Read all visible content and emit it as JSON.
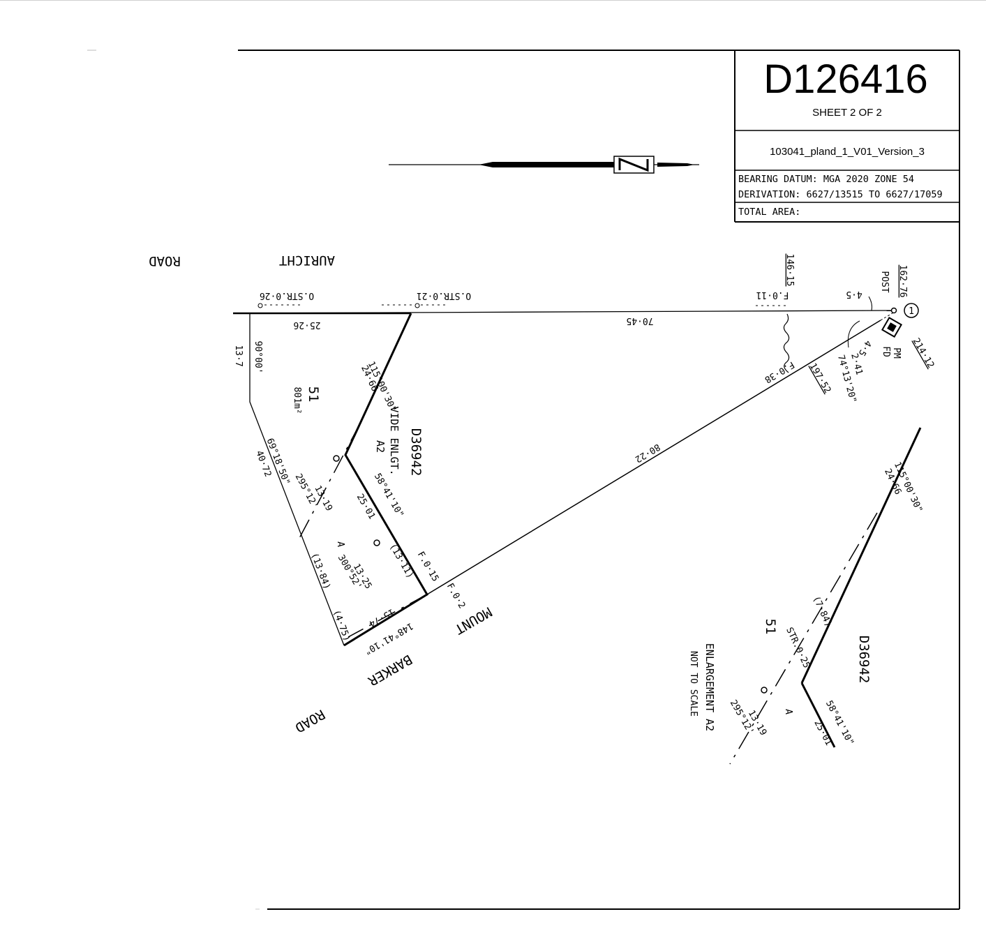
{
  "title_block": {
    "plan_number": "D126416",
    "sheet": "SHEET 2 OF 2",
    "file_reference": "103041_pland_1_V01_Version_3",
    "bearing_datum": "BEARING DATUM: MGA 2020 ZONE 54",
    "derivation": "DERIVATION: 6627/13515 TO 6627/17059",
    "total_area": "TOTAL AREA:"
  },
  "north_arrow": {
    "symbol": "N",
    "icon": "north-arrow-icon"
  },
  "roads": {
    "aurricht": "AURICHT",
    "aurricht_road": "ROAD",
    "mount": "MOUNT",
    "barker": "BARKER",
    "barker_road": "ROAD"
  },
  "parcels": {
    "lot_number": "51",
    "lot_area": "801m²",
    "easement_label": "A",
    "vide": "VIDE ENLGT.",
    "vide_ref": "A2",
    "adjoining_plan": "D36942"
  },
  "dimensions": {
    "top_offset_26": "O.STR.0·26",
    "top_offset_21": "O.STR.0·21",
    "top_fence_11": "F.0·11",
    "top_ref_14615": "146·15",
    "top_45": "4·5",
    "post_ref": "162·76",
    "post": "POST",
    "station": "1",
    "len_2526": "25·26",
    "len_7045": "70·45",
    "len_137": "13·7",
    "ang_90": "90°00'",
    "ang_115": "115°00'30\"",
    "len_2466": "24·66",
    "ang_6918": "69°18'50\"",
    "len_4072": "40·72",
    "ang_295": "295°12'",
    "len_1319": "13·19",
    "ang_5841": "58°41'10\"",
    "len_2501": "25·01",
    "len_1384": "(13·84)",
    "ang_300": "300°52'",
    "len_1325": "13·25",
    "len_1311": "(13·11)",
    "fence_015": "F.0·15",
    "fence_02": "F.0·2",
    "len_475": "(4·75)",
    "len_1574": "15·74",
    "ang_14841": "148°41'10\"",
    "len_8022": "80·22",
    "fence_038": "F.0·38",
    "ref_19752": "197·52",
    "ang_7413": "74°13'20\"",
    "len_241": "2·41",
    "mid_45": "4·5",
    "pm": "PM",
    "fd": "FD",
    "ref_21412": "214·12"
  },
  "enlargement": {
    "title": "ENLARGEMENT A2",
    "note": "NOT TO SCALE",
    "lot": "51",
    "plan": "D36942",
    "ang_115": "115°00'30\"",
    "len_2466": "24·66",
    "len_784": "(7·84)",
    "str_025": "STR.0·25",
    "ang_295": "295°12'",
    "len_1319": "13·19",
    "easement_label": "A",
    "ang_5841": "58°41'10\"",
    "len_2501": "25·01"
  }
}
